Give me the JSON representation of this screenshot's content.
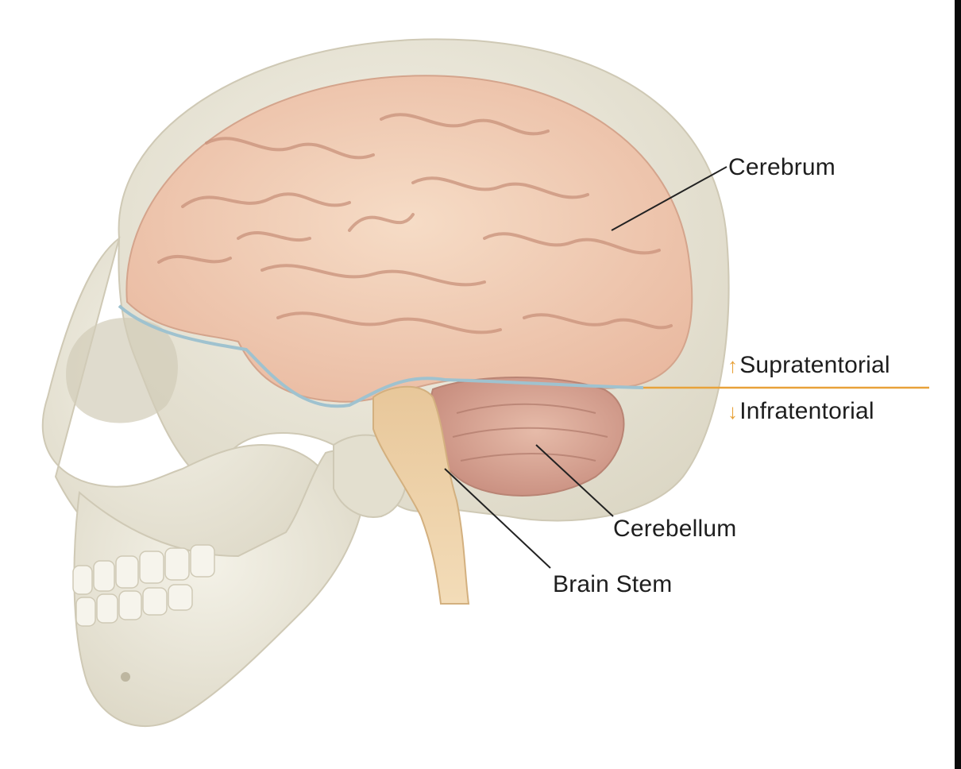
{
  "diagram": {
    "labels": {
      "cerebrum": "Cerebrum",
      "supratentorial": "Supratentorial",
      "infratentorial": "Infratentorial",
      "cerebellum": "Cerebellum",
      "brain_stem": "Brain Stem"
    },
    "colors": {
      "skull": "#ece9dc",
      "skull_shade": "#d9d4c2",
      "cerebrum": "#f1cdb4",
      "cerebrum_fold": "#c9927b",
      "cerebellum": "#dca998",
      "brain_stem": "#eed2a6",
      "tentorium_line": "#9fc2cf",
      "divider_line": "#e8a23a",
      "leader_line": "#222222"
    },
    "arrow_icons": {
      "up": "up-arrow-icon",
      "down": "down-arrow-icon"
    }
  }
}
